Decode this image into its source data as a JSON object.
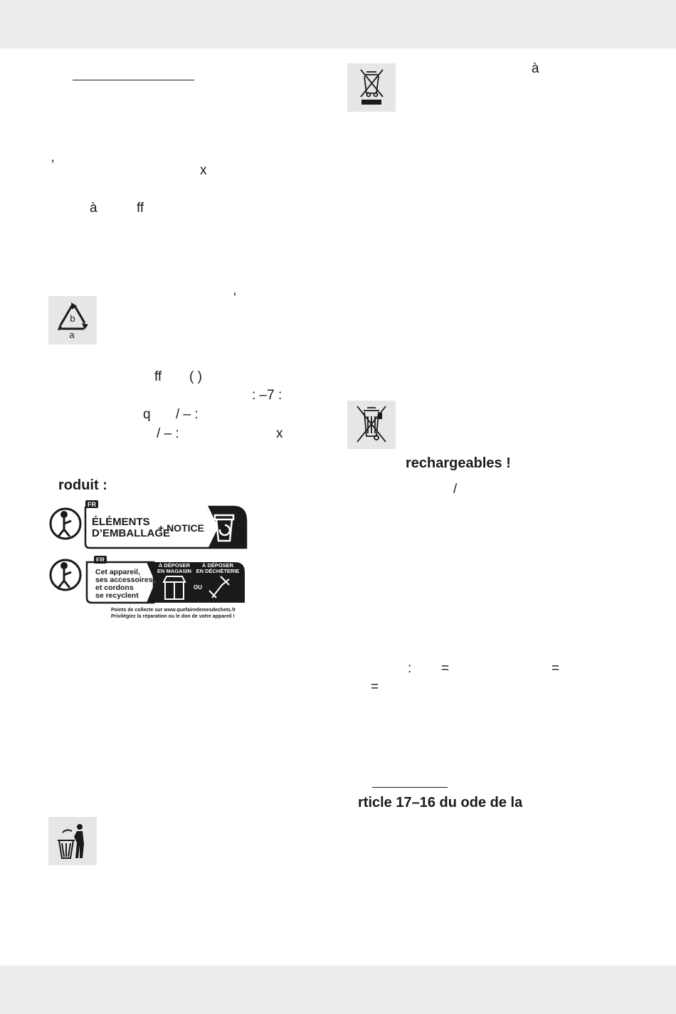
{
  "left": {
    "frag_apostrophe": "’",
    "frag_x1": "x",
    "frag_a_grave": "à",
    "frag_ff1": "ff",
    "frag_quote": "‘",
    "recycle_icon": {
      "top_letter": "b",
      "bottom_letter": "a"
    },
    "frag_ff2": "ff",
    "frag_paren": "( )",
    "frag_colon7": ":   –7 :",
    "frag_q": "q",
    "frag_slash_dash_1": "/    –     :",
    "frag_slash_dash_2": "/    –     :",
    "frag_x2": "x",
    "produit_heading": "roduit :",
    "triman_packaging": {
      "country": "FR",
      "line1": "ÉLÉMENTS",
      "line2": "D’EMBALLAGE",
      "plus": "+ NOTICE"
    },
    "triman_device": {
      "country": "FR",
      "text_lines": [
        "Cet appareil,",
        "ses accessoires",
        "et cordons",
        "se recyclent"
      ],
      "store_label": [
        "À DÉPOSER",
        "EN MAGASIN"
      ],
      "center_label": [
        "À DÉPOSER",
        "EN DÉCHÈTERIE"
      ],
      "or": "OU",
      "footer1": "Points de collecte sur www.quefairedemesdechets.fr",
      "footer2": "Privilégiez la réparation ou le don de votre appareil !"
    }
  },
  "right": {
    "frag_a_grave": "à",
    "rechargeables": "rechargeables !",
    "frag_slash": "/",
    "frag_colon": ":",
    "frag_eq1": "=",
    "frag_eq2": "=",
    "frag_eq3": "=",
    "article_line": "rticle      17–16 du     ode de la"
  },
  "colors": {
    "band": "#ececec",
    "icon_bg": "#e6e6e6",
    "ink": "#1a1a1a"
  }
}
